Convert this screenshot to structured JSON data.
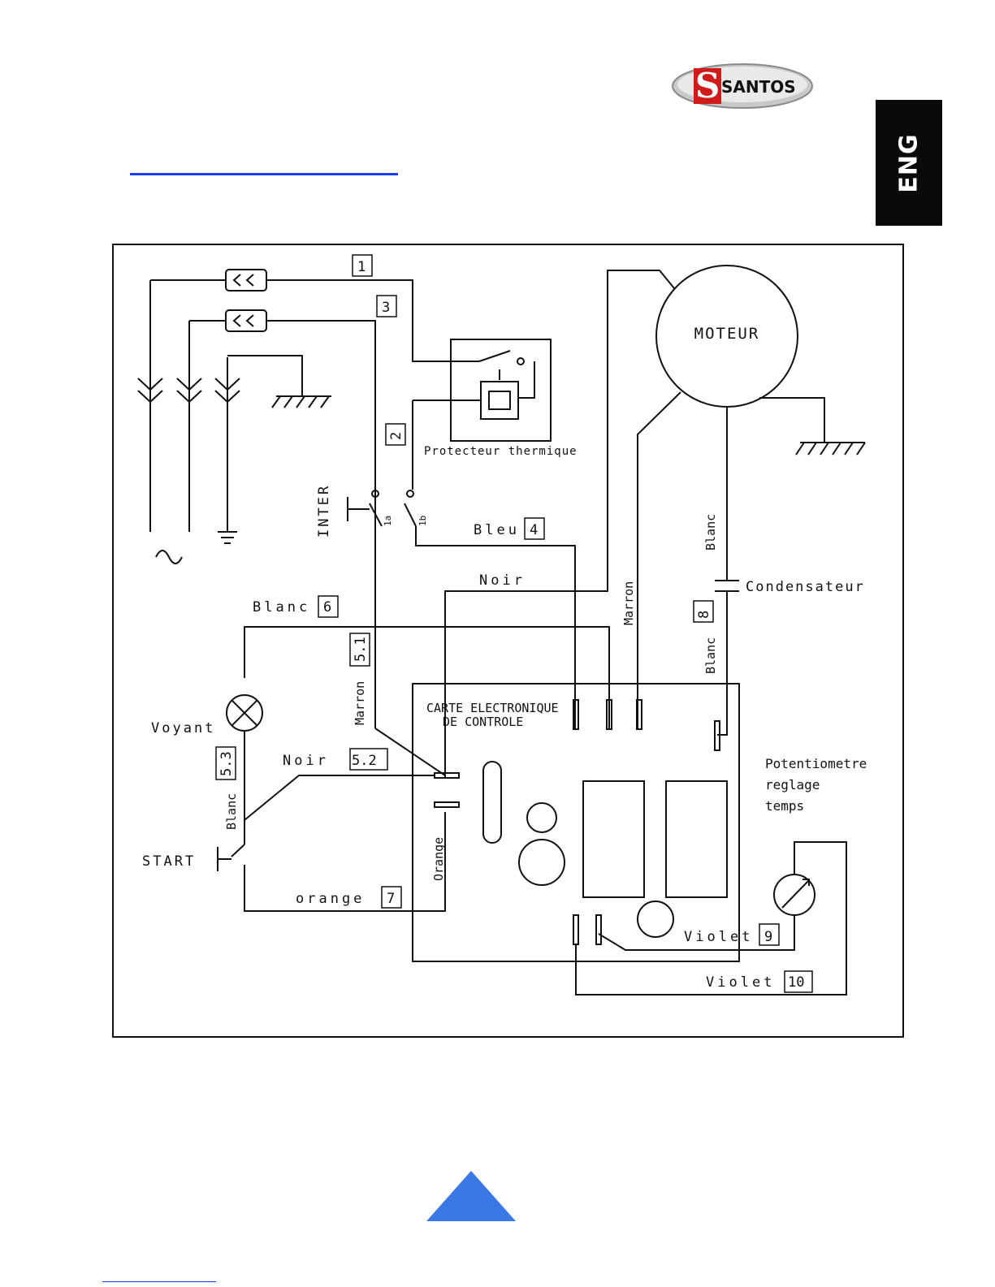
{
  "brand": {
    "logo_text": "SANTOS"
  },
  "language_tab": "ENG",
  "diagram": {
    "motor": "MOTEUR",
    "thermal_protector": "Protecteur thermique",
    "switch": "INTER",
    "capacitor": "Condensateur",
    "control_board_line1": "CARTE ELECTRONIQUE",
    "control_board_line2": "DE CONTROLE",
    "indicator": "Voyant",
    "start_button": "START",
    "potentiometer_line1": "Potentiometre",
    "potentiometer_line2": "reglage",
    "potentiometer_line3": "temps",
    "wires": {
      "w1": "1",
      "w2": "2",
      "w3": "3",
      "w4_color": "Bleu",
      "w4": "4",
      "noir_top": "Noir",
      "w6_color": "Blanc",
      "w6": "6",
      "w51": "5.1",
      "marron_left": "Marron",
      "w52_color": "Noir",
      "w52": "5.2",
      "w53": "5.3",
      "blanc_left": "Blanc",
      "marron_right": "Marron",
      "blanc_top": "Blanc",
      "w8": "8",
      "blanc_mid": "Blanc",
      "orange_vert": "Orange",
      "w7_color": "orange",
      "w7": "7",
      "w9_color": "Violet",
      "w9": "9",
      "w10_color": "Violet",
      "w10": "10"
    },
    "switch_terminals": {
      "a": "1a",
      "b": "1b"
    }
  },
  "nav": {
    "arrow_icon": "up-triangle-icon",
    "arrow_color": "#3a78e6"
  },
  "colors": {
    "link_blue": "#1a3cff",
    "logo_red": "#d11a1a"
  }
}
